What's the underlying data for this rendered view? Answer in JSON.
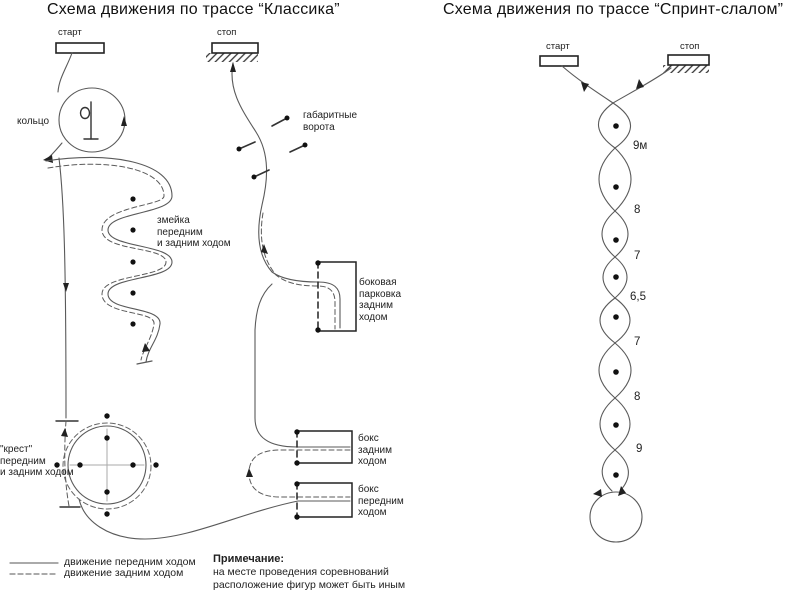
{
  "left": {
    "title": "Схема движения по трассе “Классика”",
    "start_label": "старт",
    "stop_label": "стоп",
    "ring_label": "кольцо",
    "snake_label": "змейка\nпередним\nи задним ходом",
    "gates_label": "габаритные\nворота",
    "parking_label": "боковая\nпарковка\nзадним\nходом",
    "box_reverse_label": "бокс\nзадним\nходом",
    "box_forward_label": "бокс\nпередним\nходом",
    "cross_label": "\"крест\"\nпередним\nи задним ходом"
  },
  "right": {
    "title": "Схема движения по трассе “Спринт-слалом”",
    "start_label": "старт",
    "stop_label": "стоп",
    "gap_labels": [
      "9м",
      "8",
      "7",
      "6,5",
      "7",
      "8",
      "9"
    ]
  },
  "legend": {
    "forward": "движение передним ходом",
    "reverse": "движение задним ходом"
  },
  "note": {
    "title": "Примечание:",
    "line1": "на месте проведения соревнований",
    "line2": "расположение фигур может быть иным"
  },
  "colors": {
    "line": "#5a5a5a",
    "figure": "#222222",
    "dot": "#111111",
    "cross_axis": "#aaaaaa"
  }
}
